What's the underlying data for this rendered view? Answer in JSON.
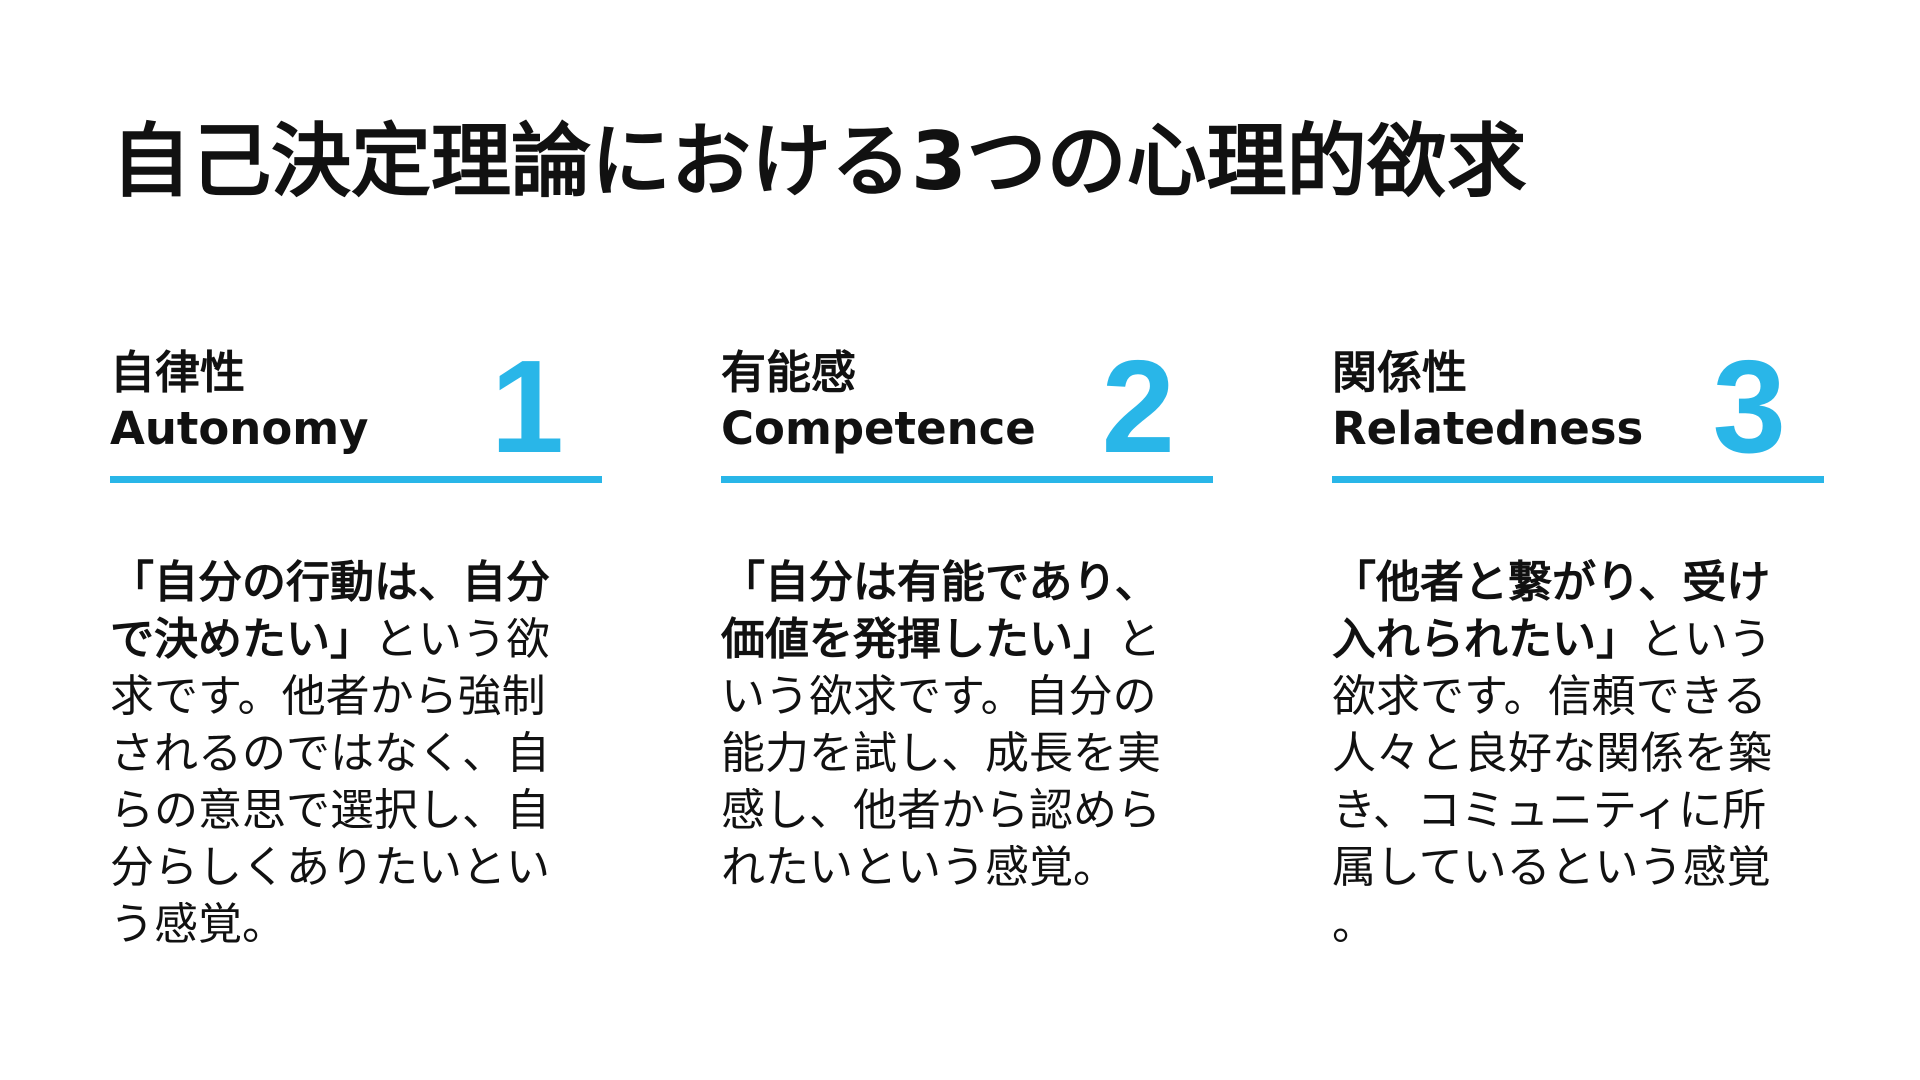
{
  "title": "自己決定理論における3つの心理的欲求",
  "colors": {
    "accent": "#29b6e8",
    "text": "#111111",
    "background": "#ffffff"
  },
  "cards": [
    {
      "name_ja": "自律性",
      "name_en": "Autonomy",
      "number": "1",
      "quote": "「自分の行動は、自分で決めたい」",
      "description": "という欲求です。他者から強制されるのではなく、自らの意思で選択し、自分らしくありたいという感覚。"
    },
    {
      "name_ja": "有能感",
      "name_en": "Competence",
      "number": "2",
      "quote": "「自分は有能であり、価値を発揮したい」",
      "description": "という欲求です。自分の能力を試し、成長を実感し、他者から認められたいという感覚。"
    },
    {
      "name_ja": "関係性",
      "name_en": "Relatedness",
      "number": "3",
      "quote": "「他者と繋がり、受け入れられたい」",
      "description": "という欲求です。信頼できる人々と良好な関係を築き、コミュニティに所属しているという感覚。"
    }
  ]
}
